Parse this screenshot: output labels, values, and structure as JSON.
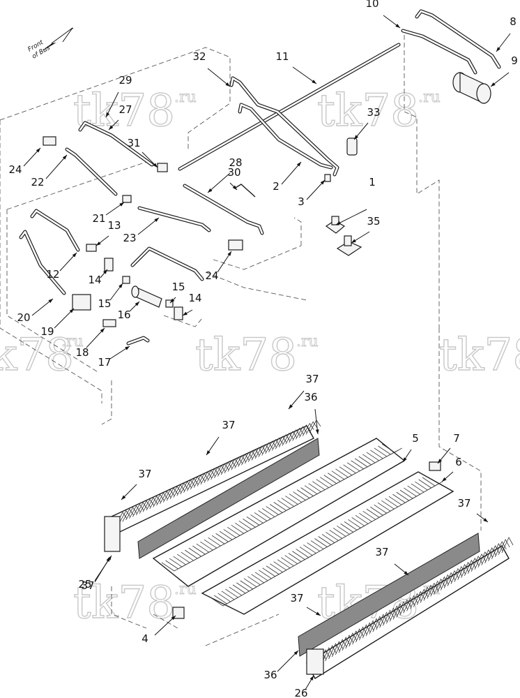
{
  "front_label": {
    "line1": "Front",
    "line2": "of Bus"
  },
  "watermark": {
    "main": "tk78",
    "suffix": ".ru"
  },
  "callouts": [
    {
      "label": "1"
    },
    {
      "label": "2"
    },
    {
      "label": "3"
    },
    {
      "label": "4"
    },
    {
      "label": "5"
    },
    {
      "label": "6"
    },
    {
      "label": "7"
    },
    {
      "label": "8"
    },
    {
      "label": "9"
    },
    {
      "label": "10"
    },
    {
      "label": "11"
    },
    {
      "label": "12"
    },
    {
      "label": "13"
    },
    {
      "label": "14"
    },
    {
      "label": "14"
    },
    {
      "label": "15"
    },
    {
      "label": "15"
    },
    {
      "label": "16"
    },
    {
      "label": "17"
    },
    {
      "label": "18"
    },
    {
      "label": "19"
    },
    {
      "label": "20"
    },
    {
      "label": "21"
    },
    {
      "label": "22"
    },
    {
      "label": "23"
    },
    {
      "label": "24"
    },
    {
      "label": "24"
    },
    {
      "label": "25"
    },
    {
      "label": "26"
    },
    {
      "label": "27"
    },
    {
      "label": "28"
    },
    {
      "label": "29"
    },
    {
      "label": "30"
    },
    {
      "label": "31"
    },
    {
      "label": "32"
    },
    {
      "label": "33"
    },
    {
      "label": "35"
    },
    {
      "label": "36"
    },
    {
      "label": "36"
    },
    {
      "label": "37"
    },
    {
      "label": "37"
    },
    {
      "label": "37"
    },
    {
      "label": "37"
    },
    {
      "label": "37"
    },
    {
      "label": "37"
    },
    {
      "label": "37"
    }
  ]
}
